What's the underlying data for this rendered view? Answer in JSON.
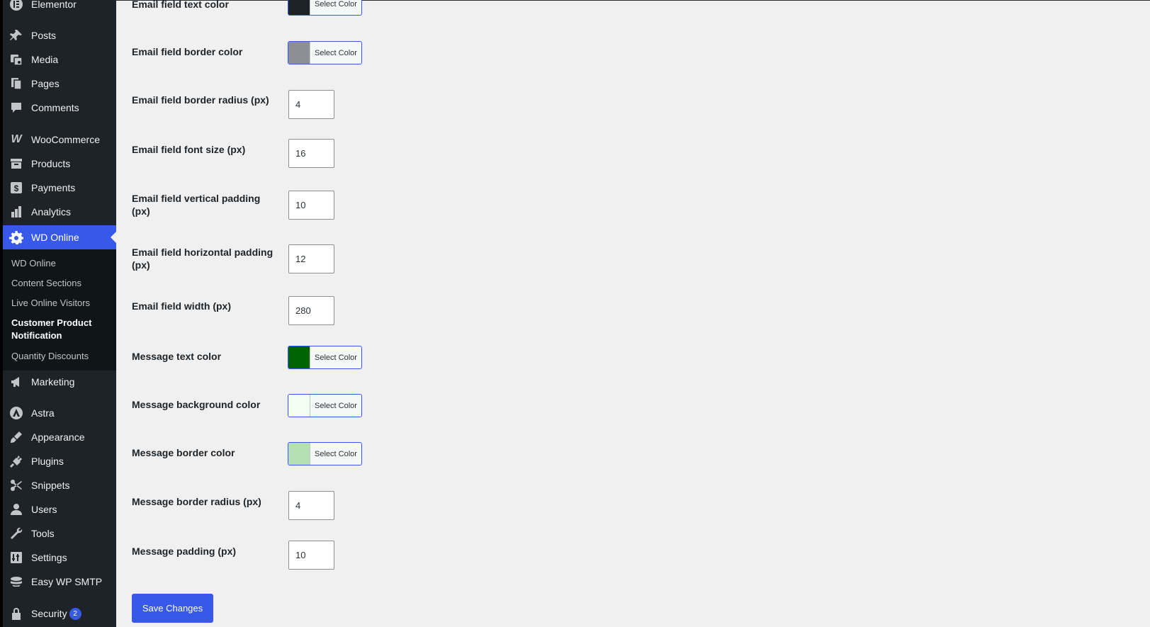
{
  "sidebar": {
    "items": [
      {
        "label": "Elementor",
        "icon": "elementor-icon"
      },
      {
        "label": "Posts",
        "icon": "pin-icon"
      },
      {
        "label": "Media",
        "icon": "media-icon"
      },
      {
        "label": "Pages",
        "icon": "pages-icon"
      },
      {
        "label": "Comments",
        "icon": "comment-icon"
      },
      {
        "label": "WooCommerce",
        "icon": "woocommerce-icon"
      },
      {
        "label": "Products",
        "icon": "archive-icon"
      },
      {
        "label": "Payments",
        "icon": "dollar-icon"
      },
      {
        "label": "Analytics",
        "icon": "chart-bar-icon"
      },
      {
        "label": "WD Online",
        "icon": "gear-icon"
      },
      {
        "label": "Marketing",
        "icon": "megaphone-icon"
      },
      {
        "label": "Astra",
        "icon": "astra-icon"
      },
      {
        "label": "Appearance",
        "icon": "brush-icon"
      },
      {
        "label": "Plugins",
        "icon": "plugin-icon"
      },
      {
        "label": "Snippets",
        "icon": "scissors-icon"
      },
      {
        "label": "Users",
        "icon": "user-icon"
      },
      {
        "label": "Tools",
        "icon": "wrench-icon"
      },
      {
        "label": "Settings",
        "icon": "settings-icon"
      },
      {
        "label": "Easy WP SMTP",
        "icon": "smtp-icon"
      },
      {
        "label": "Security",
        "icon": "lock-icon",
        "badge": "2"
      }
    ],
    "submenu": [
      {
        "label": "WD Online"
      },
      {
        "label": "Content Sections"
      },
      {
        "label": "Live Online Visitors"
      },
      {
        "label": "Customer Product Notification"
      },
      {
        "label": "Quantity Discounts"
      }
    ]
  },
  "settings": {
    "rows": [
      {
        "label": "Email field text color",
        "type": "color",
        "button": "Select Color",
        "color": "#1d2327"
      },
      {
        "label": "Email field border color",
        "type": "color",
        "button": "Select Color",
        "color": "#8c8f94"
      },
      {
        "label": "Email field border radius (px)",
        "type": "number",
        "value": "4"
      },
      {
        "label": "Email field font size (px)",
        "type": "number",
        "value": "16"
      },
      {
        "label": "Email field vertical padding (px)",
        "type": "number",
        "value": "10"
      },
      {
        "label": "Email field horizontal padding (px)",
        "type": "number",
        "value": "12"
      },
      {
        "label": "Email field width (px)",
        "type": "number",
        "value": "280"
      },
      {
        "label": "Message text color",
        "type": "color",
        "button": "Select Color",
        "color": "#006400"
      },
      {
        "label": "Message background color",
        "type": "color",
        "button": "Select Color",
        "color": "#f0fff0"
      },
      {
        "label": "Message border color",
        "type": "color",
        "button": "Select Color",
        "color": "#b5dfb5"
      },
      {
        "label": "Message border radius (px)",
        "type": "number",
        "value": "4"
      },
      {
        "label": "Message padding (px)",
        "type": "number",
        "value": "10"
      }
    ],
    "save_label": "Save Changes"
  },
  "colors": {
    "accent": "#3858e9",
    "sidebar_bg": "#1d2327",
    "page_bg": "#f0f0f1"
  }
}
